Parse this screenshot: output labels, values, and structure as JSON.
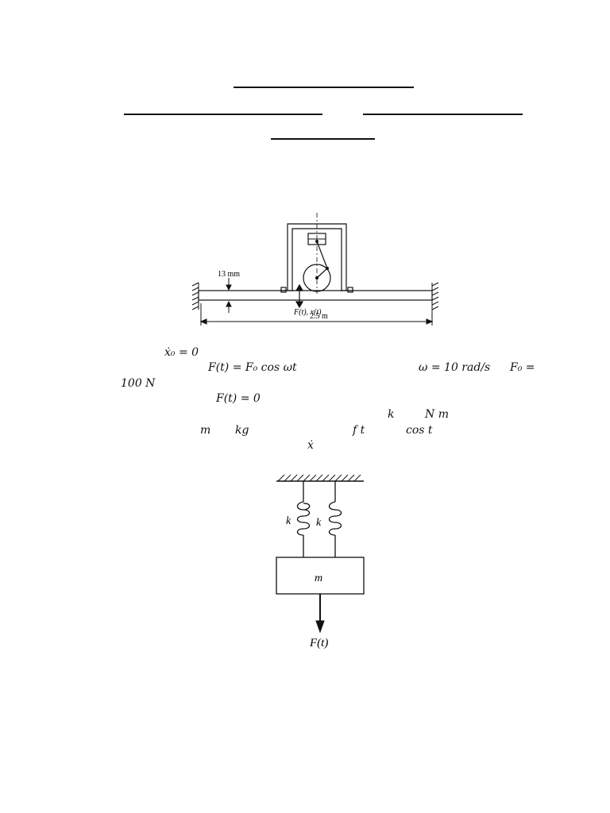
{
  "figure1": {
    "thickness_label": "13 mm",
    "force_label": "F(t), x(t)",
    "length_label": "2.5 m"
  },
  "text_lines": {
    "initial_velocity": "ẋ₀ = 0",
    "force_eq": "F(t) = F₀ cos ωt",
    "omega": "ω = 10 rad/s",
    "F0_label": "F₀ =",
    "F0_value": "100 N",
    "force_zero": "F(t)  = 0",
    "k_sym": "k",
    "N_m": "N m",
    "m_sym": "m",
    "kg": "kg",
    "f_t": "f  t",
    "cos_t": "cos  t",
    "x_dot": "ẋ"
  },
  "figure2": {
    "spring_left_label": "k",
    "spring_right_label": "k",
    "mass_label": "m",
    "force_label": "F(t)"
  }
}
